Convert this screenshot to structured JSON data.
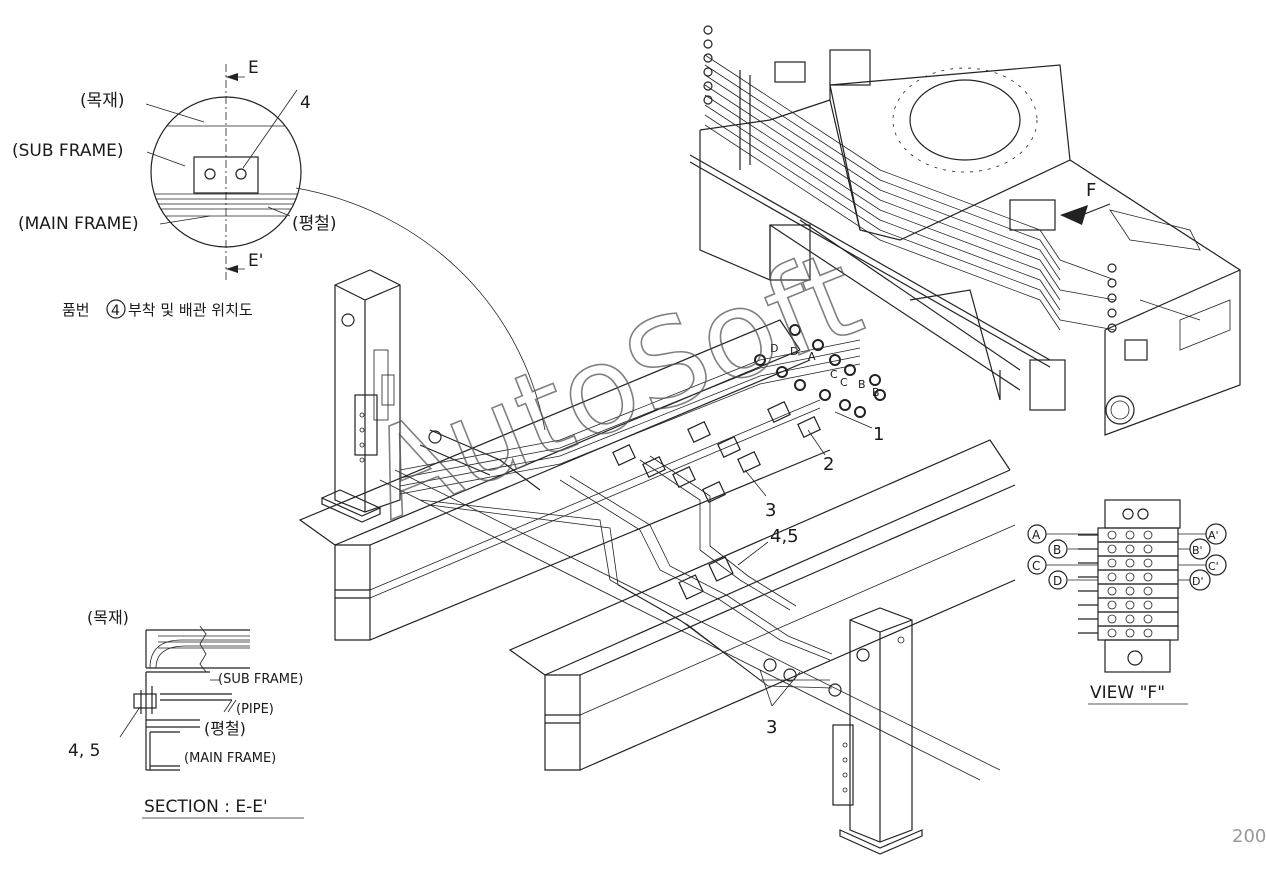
{
  "detail_top": {
    "label_wood": "(목재)",
    "label_sub_frame": "(SUB FRAME)",
    "label_main_frame": "(MAIN FRAME)",
    "label_flat_bar": "(평철)",
    "label_e": "E",
    "label_e_prime": "E'",
    "part_no": "4",
    "caption_prefix": "품번",
    "caption_circled": "4",
    "caption_suffix": "부착 및 배관 위치도"
  },
  "section": {
    "label_wood": "(목재)",
    "label_sub_frame": "(SUB FRAME)",
    "label_pipe": "(PIPE)",
    "label_flat_bar": "(평철)",
    "label_main_frame": "(MAIN FRAME)",
    "part_no": "4, 5",
    "title": "SECTION : E-E'"
  },
  "main_view": {
    "callout_1": "1",
    "callout_2": "2",
    "callout_3a": "3",
    "callout_45": "4,5",
    "callout_3b": "3",
    "view_arrow": "F",
    "port_labels": [
      "D",
      "D",
      "A",
      "C",
      "C",
      "B",
      "B"
    ]
  },
  "view_f": {
    "title": "VIEW \"F\"",
    "left_ports": [
      "A",
      "B",
      "C",
      "D"
    ],
    "right_ports": [
      "A'",
      "B'",
      "C'",
      "D'"
    ]
  },
  "watermark": "AutoSoft",
  "page_number": "200"
}
